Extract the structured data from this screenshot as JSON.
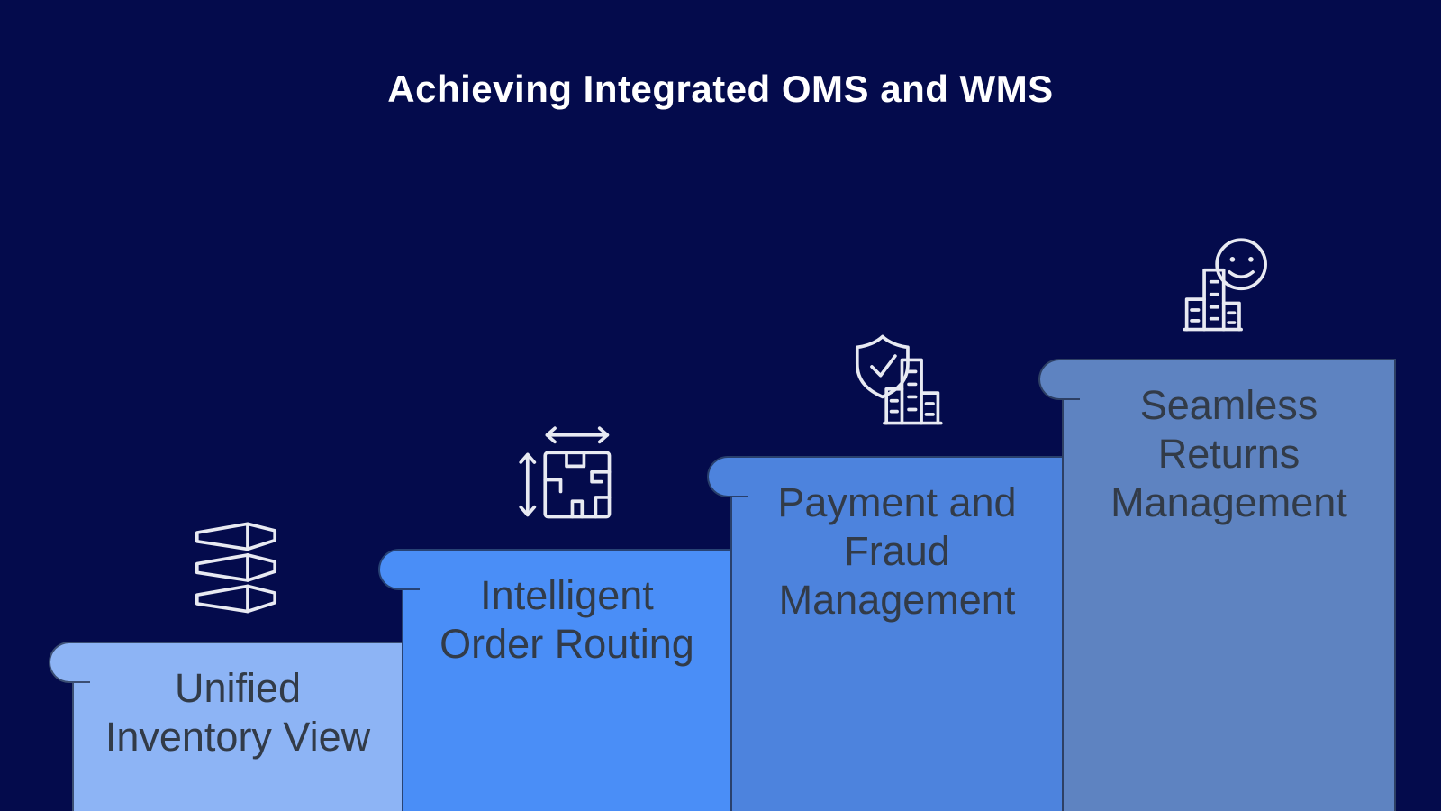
{
  "title": "Achieving Integrated OMS and WMS",
  "colors": {
    "background": "#040b4c",
    "title_text": "#ffffff",
    "step_text": "#323b48",
    "step_border": "rgba(25,35,60,0.7)",
    "icon_stroke": "#e8eaf2",
    "step_1_fill": "#8db4f5",
    "step_2_fill": "#4a8ef7",
    "step_3_fill": "#4d83dd",
    "step_4_fill": "#5e83c1"
  },
  "steps": [
    {
      "label": "Unified Inventory View",
      "lines": [
        "Unified",
        "Inventory View"
      ],
      "icon": "inventory-stack-icon"
    },
    {
      "label": "Intelligent Order Routing",
      "lines": [
        "Intelligent",
        "Order Routing"
      ],
      "icon": "dimensions-floor-plan-icon"
    },
    {
      "label": "Payment and Fraud Management",
      "lines": [
        "Payment and",
        "Fraud",
        "Management"
      ],
      "icon": "shield-check-building-icon"
    },
    {
      "label": "Seamless Returns Management",
      "lines": [
        "Seamless",
        "Returns",
        "Management"
      ],
      "icon": "smiley-building-icon"
    }
  ]
}
